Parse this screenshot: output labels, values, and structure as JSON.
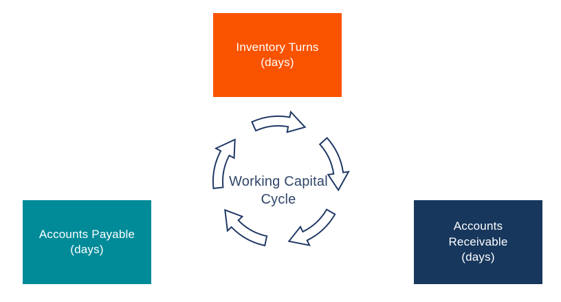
{
  "diagram": {
    "type": "cycle",
    "center_label": "Working Capital\nCycle",
    "nodes": [
      {
        "id": "inventory-turns",
        "label": "Inventory Turns\n(days)",
        "color": "#FA5300",
        "position": "top"
      },
      {
        "id": "accounts-payable",
        "label": "Accounts Payable\n(days)",
        "color": "#018B99",
        "position": "bottom-left"
      },
      {
        "id": "accounts-receivable",
        "label": "Accounts\nReceivable\n(days)",
        "color": "#17375D",
        "position": "bottom-right"
      }
    ],
    "arrows": {
      "count": 5,
      "direction": "clockwise",
      "stroke_color": "#1F3864",
      "fill_color": "#FFFFFF"
    },
    "text_colors": {
      "node_text": "#FFFFFF",
      "center_text": "#2F4569"
    },
    "background": "#FFFFFF"
  }
}
